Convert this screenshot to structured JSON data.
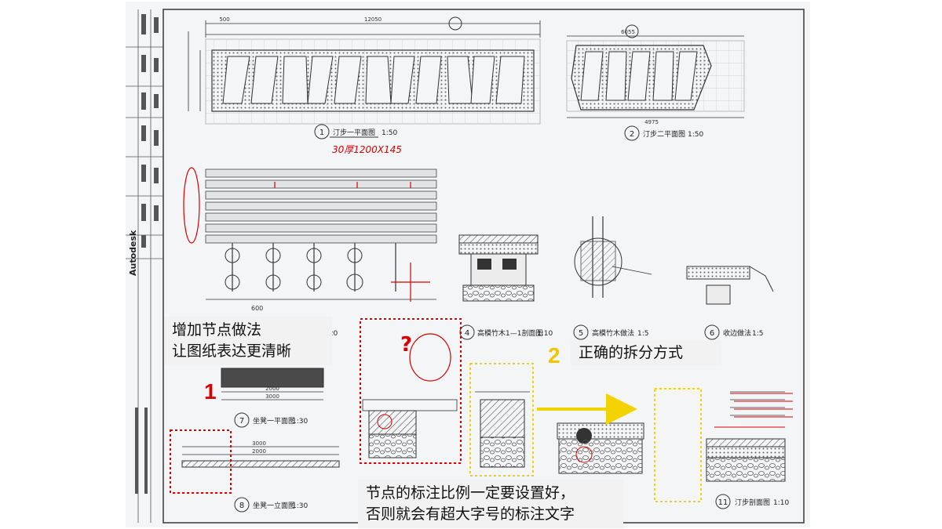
{
  "side_brand": "Autodesk",
  "drawings": {
    "d1": {
      "num": "1",
      "title": "汀步一平面图",
      "scale": "1:50",
      "dim_total": "12050",
      "dim_top": "500"
    },
    "d2": {
      "num": "2",
      "title": "汀步二平面图",
      "scale": "1:50",
      "dim_total": "4975",
      "dim_top": "6055"
    },
    "d3": {
      "dim": "600",
      "scale": "1:20"
    },
    "d4": {
      "num": "4",
      "title": "高模竹木1—1剖面图",
      "scale": "1:10"
    },
    "d5": {
      "num": "5",
      "title": "高模竹木做法",
      "scale": "1:5"
    },
    "d6": {
      "num": "6",
      "title": "收边做法",
      "scale": "1:5"
    },
    "d7": {
      "num": "7",
      "title": "坐凳一平面图",
      "scale": "1:30",
      "dim_a": "2000",
      "dim_b": "3000"
    },
    "d8": {
      "num": "8",
      "title": "坐凳一立面图",
      "scale": "1:30",
      "dim_a": "3000",
      "dim_b": "2000"
    },
    "d11": {
      "num": "11",
      "title": "汀步剖面图",
      "scale": "1:10"
    }
  },
  "handwriting": {
    "plank_note": "30厚1200X145"
  },
  "callouts": {
    "c1": {
      "line1": "增加节点做法",
      "line2": "让图纸表达更清晰"
    },
    "c2": {
      "line1": "正确的拆分方式"
    },
    "c3": {
      "line1": "节点的标注比例一定要设置好，",
      "line2": "否则就会有超大字号的标注文字"
    }
  },
  "step_numbers": {
    "one": "1",
    "two": "2"
  },
  "colors": {
    "paper": "#f4f5f7",
    "line": "#3a3a3a",
    "red_mark": "#d80000",
    "yellow_mark": "#f2d200",
    "callout_bg": "#f2f2f2"
  }
}
